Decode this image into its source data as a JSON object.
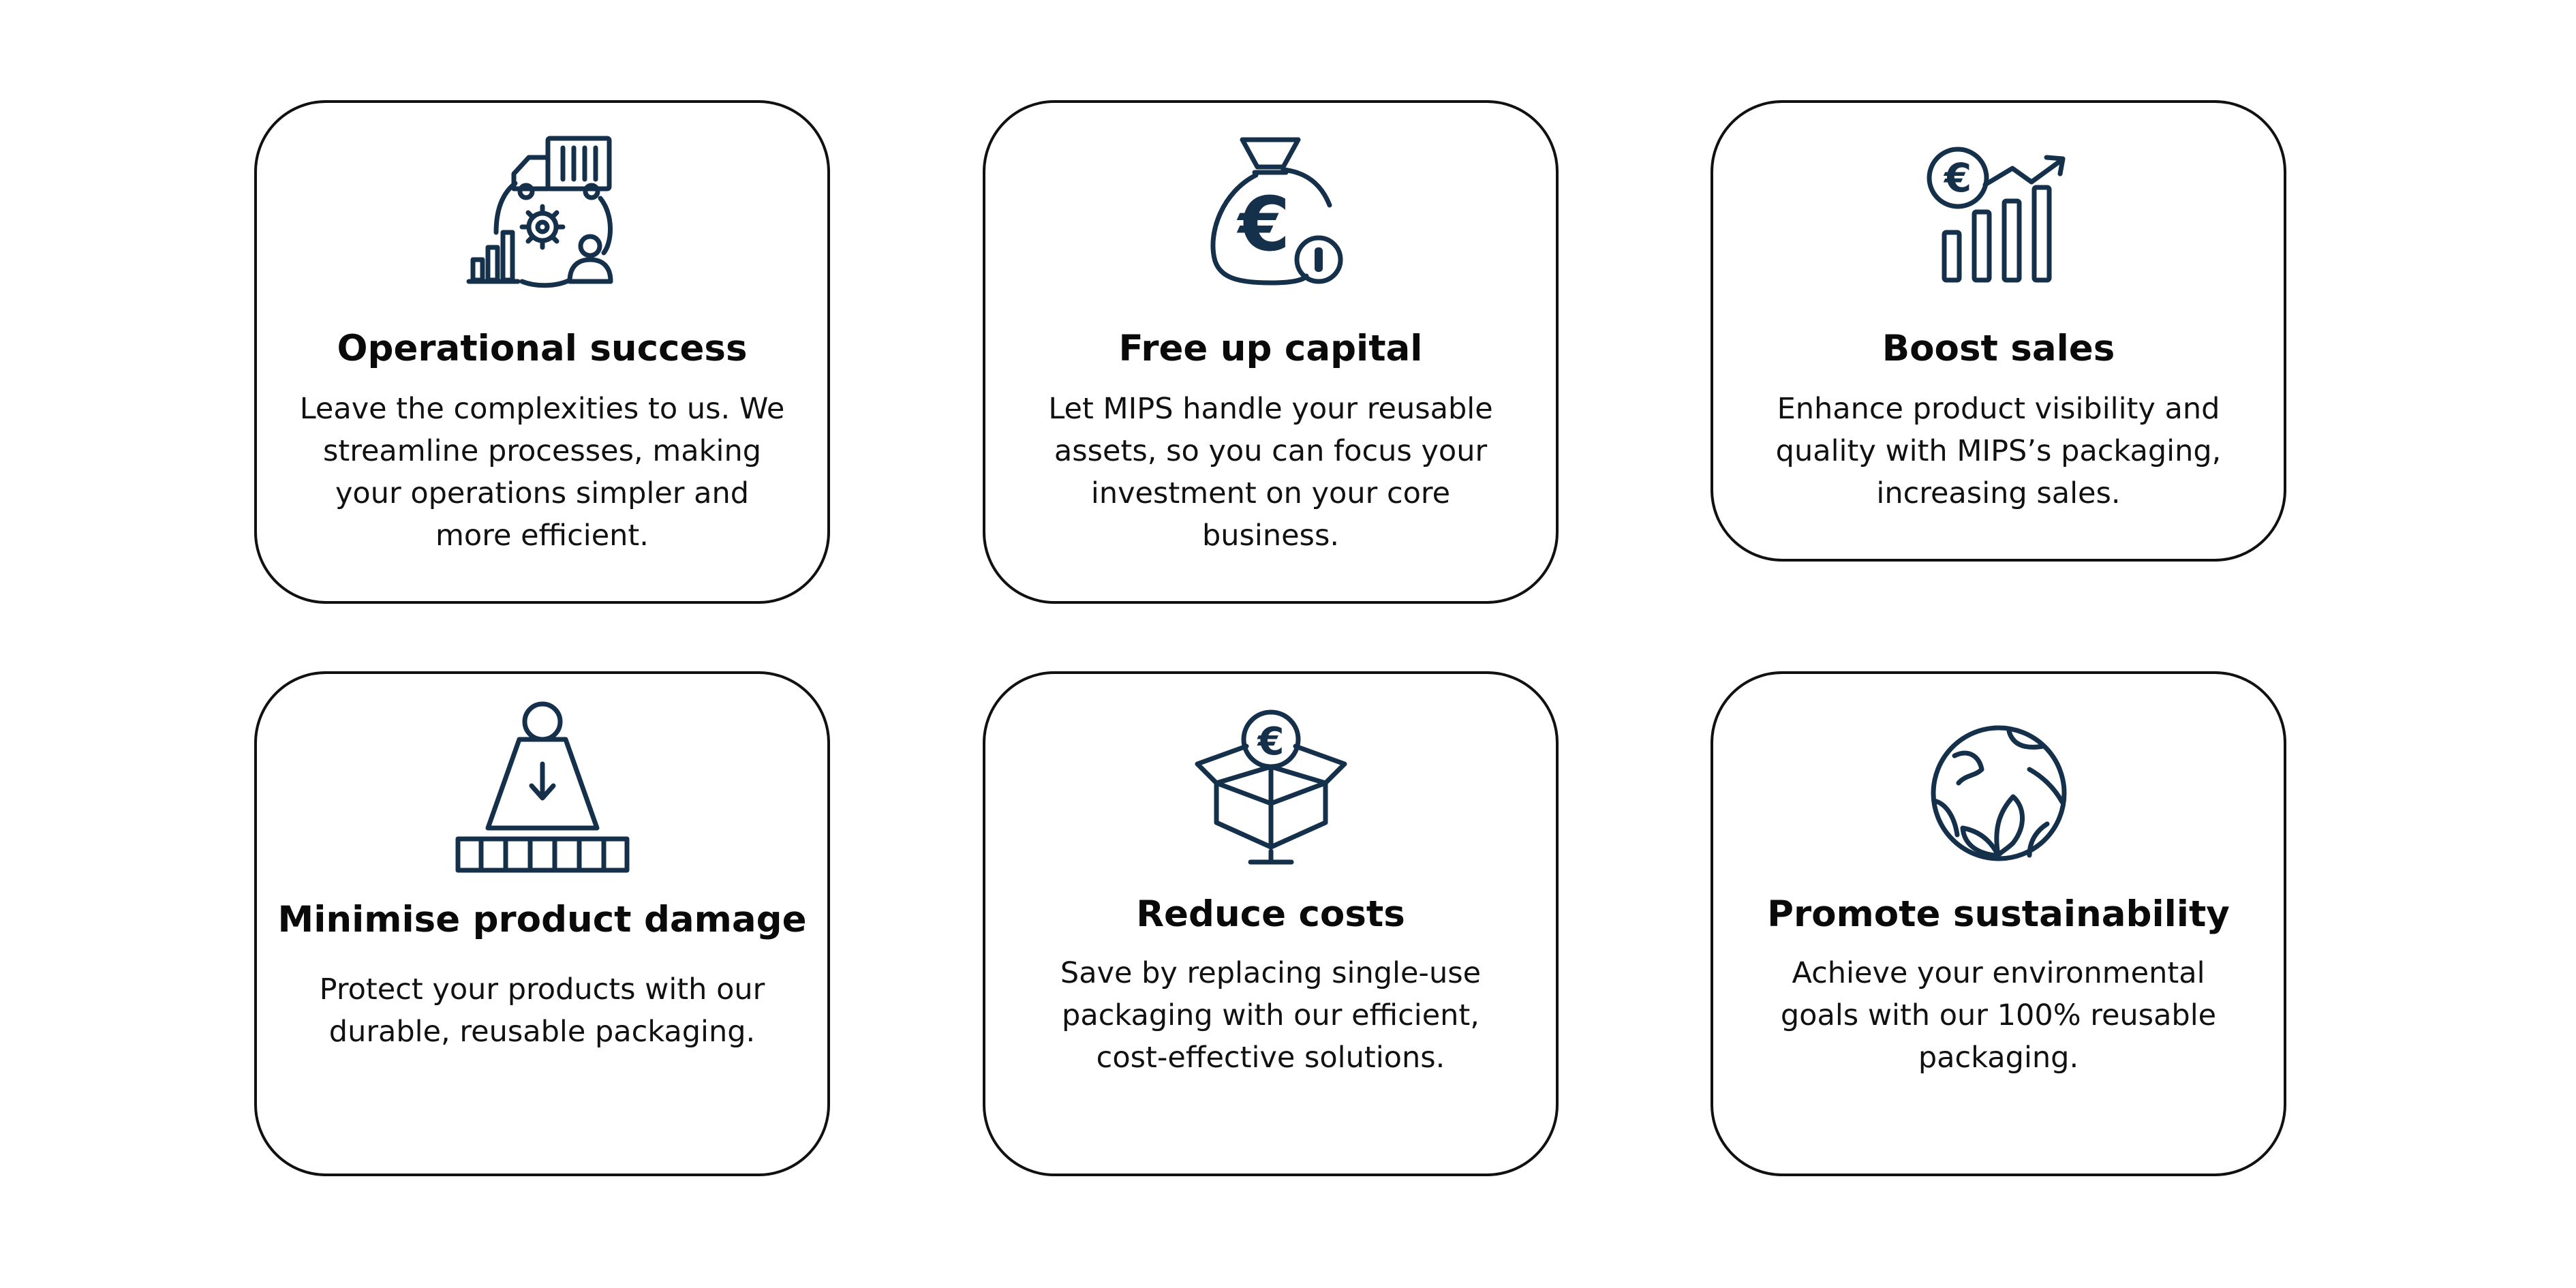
{
  "cards": [
    {
      "icon": "operations-cycle-icon",
      "title": "Operational success",
      "description": "Leave the complexities to us. We streamline processes, making your operations simpler and more efficient."
    },
    {
      "icon": "money-bag-euro-icon",
      "title": "Free up capital",
      "description": "Let MIPS handle your reusable assets, so you can focus your investment on your core business."
    },
    {
      "icon": "euro-growth-chart-icon",
      "title": "Boost sales",
      "description": "Enhance product visibility and quality with MIPS’s packaging, increasing sales."
    },
    {
      "icon": "weight-on-pallet-icon",
      "title": "Minimise product damage",
      "description": "Protect your products with our durable, reusable packaging."
    },
    {
      "icon": "open-box-euro-icon",
      "title": "Reduce costs",
      "description": "Save by replacing single-use packaging with our efficient, cost-effective solutions."
    },
    {
      "icon": "globe-leaf-icon",
      "title": "Promote sustainability",
      "description": "Achieve your environmental goals with our 100% reusable packaging."
    }
  ],
  "icon_symbols": {
    "euro": "€"
  },
  "colors": {
    "icon": "#15304a",
    "border": "#111111",
    "text": "#0a0a0a"
  }
}
